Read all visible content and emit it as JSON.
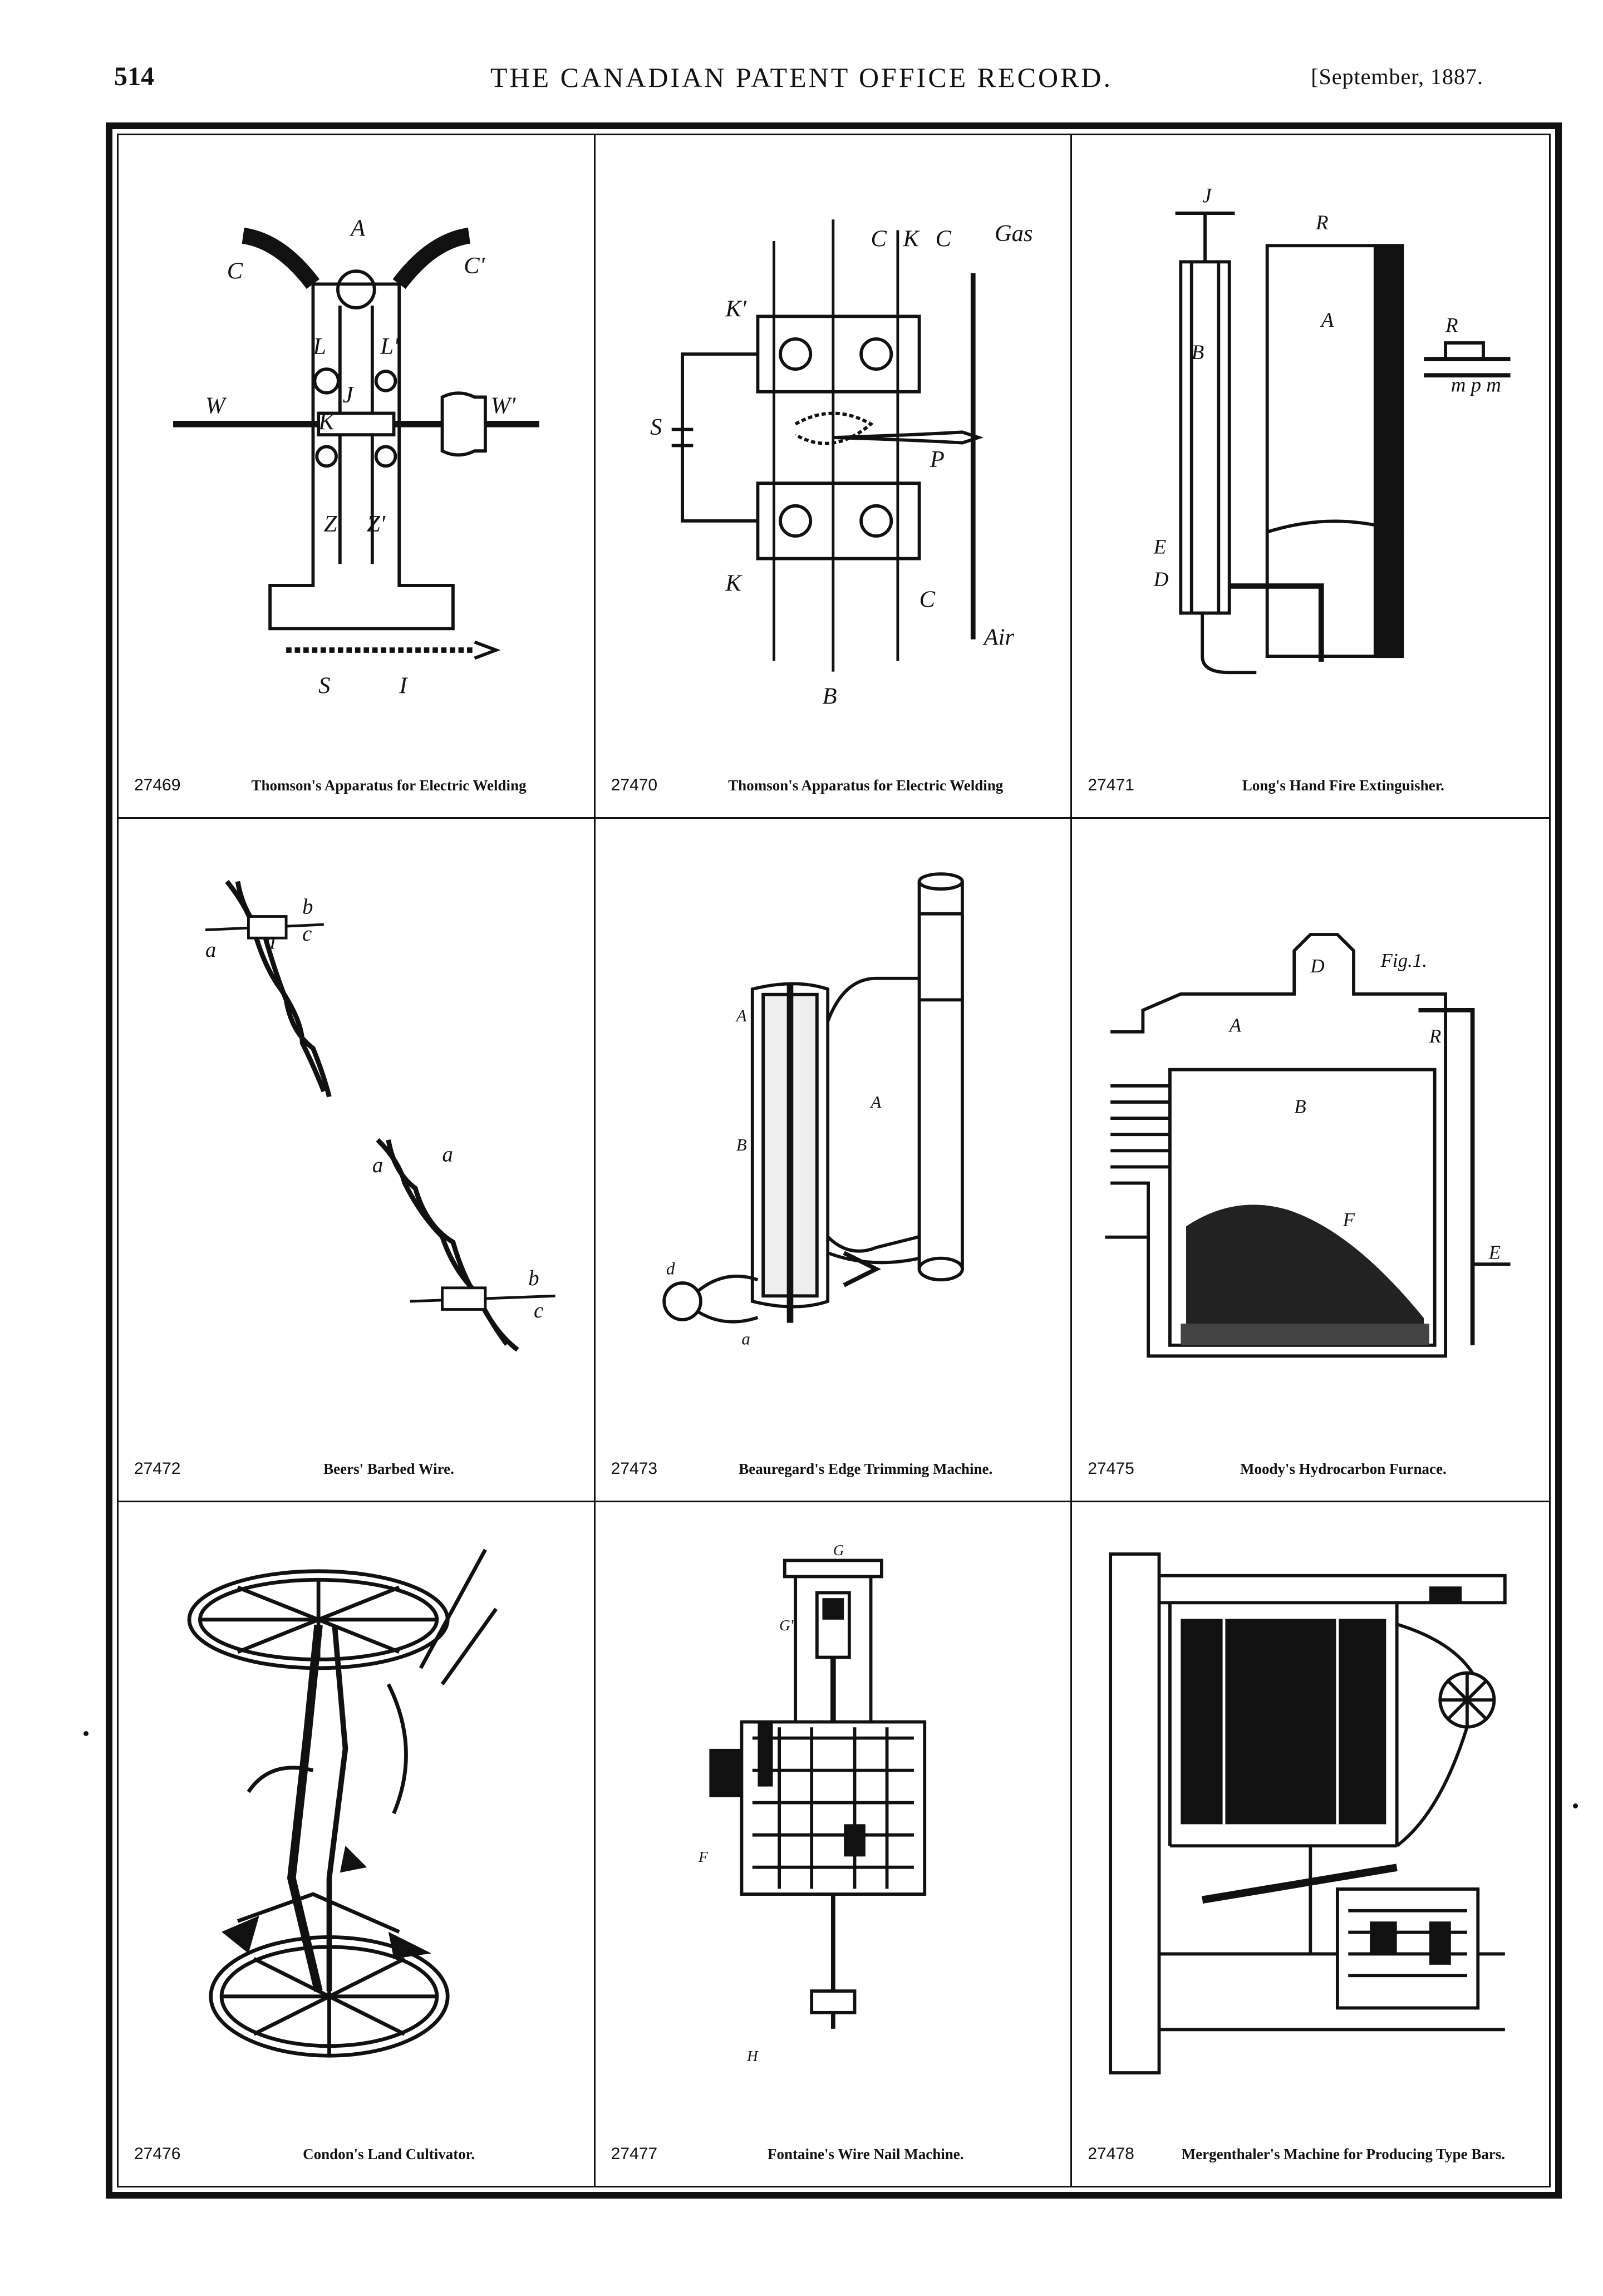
{
  "header": {
    "page_number": "514",
    "title": "THE CANADIAN PATENT OFFICE RECORD.",
    "date": "[September, 1887."
  },
  "figures": [
    {
      "number": "27469",
      "title": "Thomson's Apparatus for Electric Welding"
    },
    {
      "number": "27470",
      "title": "Thomson's Apparatus for Electric Welding"
    },
    {
      "number": "27471",
      "title": "Long's Hand Fire Extinguisher."
    },
    {
      "number": "27472",
      "title": "Beers' Barbed Wire."
    },
    {
      "number": "27473",
      "title": "Beauregard's Edge Trimming Machine."
    },
    {
      "number": "27475",
      "title": "Moody's Hydrocarbon Furnace."
    },
    {
      "number": "27476",
      "title": "Condon's Land Cultivator."
    },
    {
      "number": "27477",
      "title": "Fontaine's Wire Nail Machine."
    },
    {
      "number": "27478",
      "title": "Mergenthaler's Machine for Producing Type Bars."
    }
  ]
}
